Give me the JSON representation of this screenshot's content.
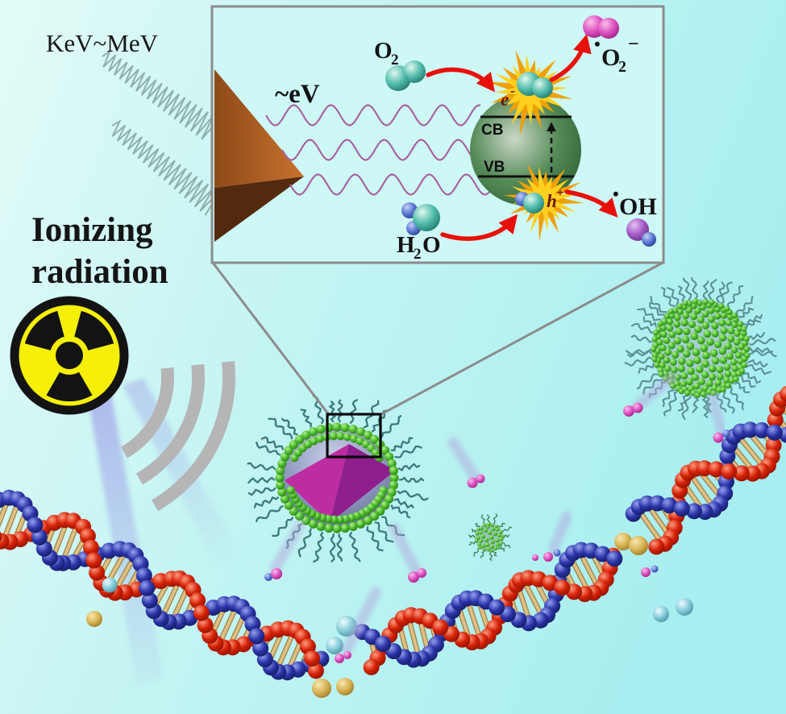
{
  "palette": {
    "background_light": "#e2faf8",
    "background_cyan": "#a8eef0",
    "inset_background": "#cdf8f6",
    "inset_border": "#8c8c8c",
    "wave_purple": "#a85fa0",
    "arrow_red": "#e81008",
    "starburst_yellow": "#ffd118",
    "starburst_orange": "#f0a000",
    "prism_orange": "#c9722e",
    "prism_dark_brown": "#532a0e",
    "band_sphere_green": "#27592f",
    "shell_bead_green": "#49b829",
    "ligand_teal": "#3a7a7e",
    "crystal_magenta": "#bd2da1",
    "dna_red": "#d42105",
    "dna_blue": "#2a34a8",
    "dna_rung_tan": "#dfc084",
    "radiation_yellow": "#f6ef08",
    "radiation_black": "#131313",
    "signal_gray": "#b5b5b5",
    "ros_pink": "#dd52c0",
    "molecule_teal": "#52bcab",
    "molecule_blue": "#5b78d2",
    "molecule_purple": "#a35cc6",
    "sphere_cyan": "#86ccd8",
    "sphere_gold": "#d8b455"
  },
  "labels": {
    "energy_range": "KeV~MeV",
    "title_line1": "Ionizing",
    "title_line2": "radiation",
    "photon_energy": "~eV",
    "oxygen_base": "O",
    "oxygen_sub": "2",
    "water_h": "H",
    "water_sub": "2",
    "water_o": "O",
    "electron_base": "e",
    "electron_sup": "-",
    "hole_base": "h",
    "hole_sup": "+",
    "conduction_band": "CB",
    "valence_band": "VB",
    "superoxide_dot": "•",
    "superoxide_base": "O",
    "superoxide_sub": "2",
    "superoxide_sup": "−",
    "hydroxyl_dot": "•",
    "hydroxyl_base": "OH"
  }
}
